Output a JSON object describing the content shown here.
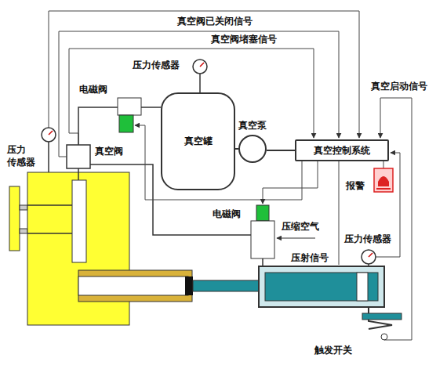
{
  "diagram": {
    "nodes": [
      {
        "text": [
          "真空罐"
        ]
      },
      {
        "text": [
          "真空泵"
        ]
      },
      {
        "text": [
          "真空控制系统"
        ]
      }
    ],
    "edges": [
      {
        "from": 0,
        "to": 1,
        "arrow": "none"
      },
      {
        "from": 1,
        "to": 2,
        "arrow": "none"
      }
    ],
    "labels": [
      "真空阀已关闭信号",
      "真空阀堵塞信号",
      "压力传感器",
      "电磁阀",
      "真空阀",
      "压力 传感器",
      "真空启动信号",
      "报警",
      "电磁阀",
      "压缩空气",
      "压射信号",
      "压力传感器",
      "触发开关"
    ]
  }
}
